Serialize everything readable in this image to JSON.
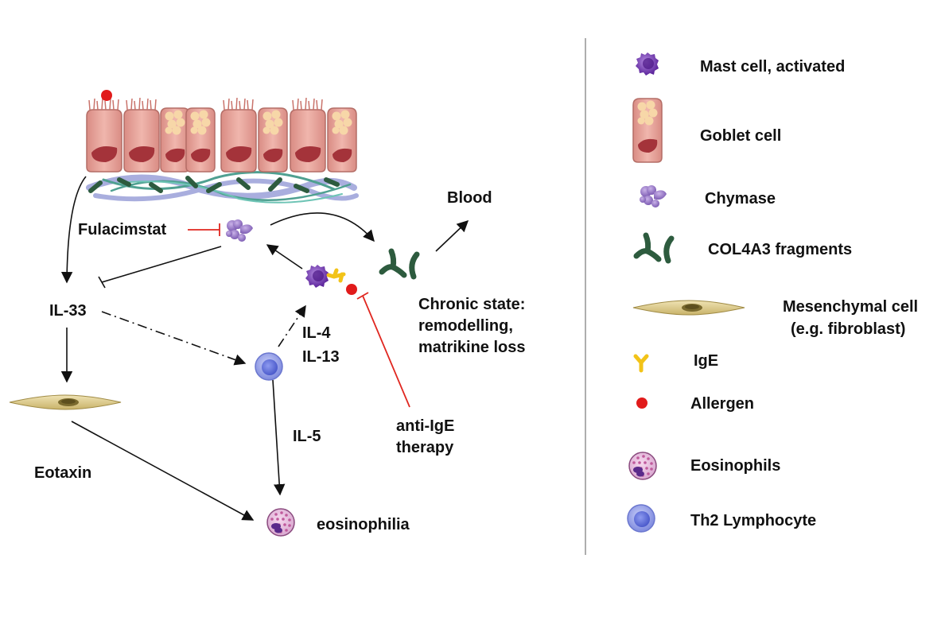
{
  "diagram": {
    "labels": {
      "fulacimstat": "Fulacimstat",
      "il33": "IL-33",
      "eotaxin": "Eotaxin",
      "il4": "IL-4",
      "il13": "IL-13",
      "il5": "IL-5",
      "blood": "Blood",
      "chronic1": "Chronic state:",
      "chronic2": "remodelling,",
      "chronic3": "matrikine loss",
      "antiige1": "anti-IgE",
      "antiige2": "therapy",
      "eosinophilia": "eosinophilia"
    }
  },
  "legend": {
    "mast_cell": "Mast cell, activated",
    "goblet_cell": "Goblet cell",
    "chymase": "Chymase",
    "col4a3": "COL4A3 fragments",
    "mesenchymal1": "Mesenchymal cell",
    "mesenchymal2": "(e.g. fibroblast)",
    "ige": "IgE",
    "allergen": "Allergen",
    "eosinophils": "Eosinophils",
    "th2": "Th2 Lymphocyte"
  },
  "colors": {
    "inhibit_red": "#e0261f",
    "allergen_red": "#e11b1b",
    "mast_purple": "#6a2fa8",
    "chymase_purple": "#9b7cc6",
    "collagen_green": "#2d5b3e",
    "ige_yellow": "#f2c318",
    "fibroblast_tan": "#d8c78a",
    "th2_blue": "#8f9ae6",
    "goblet_pink": "#e7a49b",
    "nucleus_red": "#a4333a"
  }
}
